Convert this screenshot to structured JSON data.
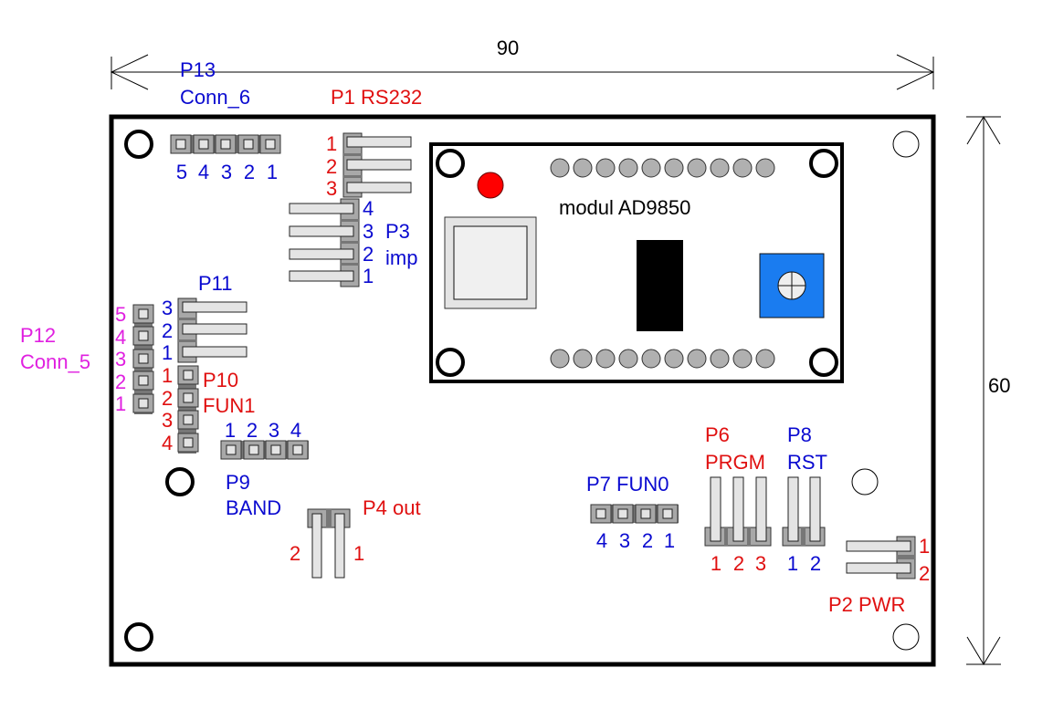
{
  "dimensions": {
    "width_label": "90",
    "height_label": "60",
    "units": "mm"
  },
  "colors": {
    "label_blue": "#0a0ad0",
    "label_red": "#e01010",
    "label_magenta": "#e020e0",
    "led_red": "#ff0000",
    "pot_blue": "#1a7cf0",
    "header_gray": "#a8a8a8",
    "pin_light": "#e4e4e4"
  },
  "module": {
    "label": "modul AD9850",
    "top_pads": 10,
    "bottom_pads": 10
  },
  "connectors": {
    "p13": {
      "name": "P13",
      "desc": "Conn_6",
      "pins": [
        "5",
        "4",
        "3",
        "2",
        "1"
      ]
    },
    "p1": {
      "name": "P1 RS232",
      "pins": [
        "1",
        "2",
        "3"
      ]
    },
    "p3": {
      "name": "P3",
      "desc": "imp",
      "pins": [
        "4",
        "3",
        "2",
        "1"
      ]
    },
    "p11": {
      "name": "P11",
      "pins": [
        "3",
        "2",
        "1"
      ]
    },
    "p12": {
      "name": "P12",
      "desc": "Conn_5",
      "pins": [
        "5",
        "4",
        "3",
        "2",
        "1"
      ]
    },
    "p10": {
      "name": "P10",
      "desc": "FUN1",
      "pins": [
        "1",
        "2",
        "3",
        "4"
      ]
    },
    "p9": {
      "name": "P9",
      "desc": "BAND",
      "pins": [
        "1",
        "2",
        "3",
        "4"
      ]
    },
    "p4": {
      "name": "P4 out",
      "pins": [
        "2",
        "1"
      ]
    },
    "p7": {
      "name": "P7 FUN0",
      "pins": [
        "4",
        "3",
        "2",
        "1"
      ]
    },
    "p6": {
      "name": "P6",
      "desc": "PRGM",
      "pins": [
        "1",
        "2",
        "3"
      ]
    },
    "p8": {
      "name": "P8",
      "desc": "RST",
      "pins": [
        "1",
        "2"
      ]
    },
    "p2": {
      "name": "P2 PWR",
      "pins": [
        "1",
        "2"
      ]
    }
  }
}
